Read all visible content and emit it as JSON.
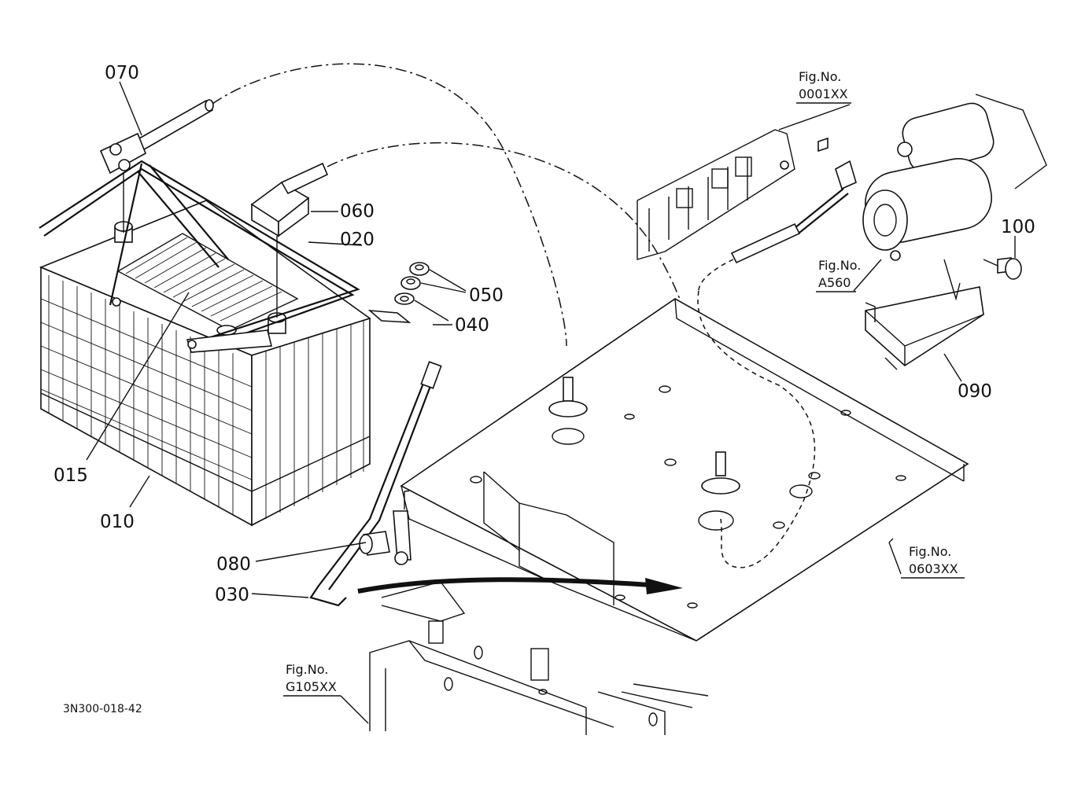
{
  "parts": [
    {
      "id": "p010",
      "text": "010"
    },
    {
      "id": "p015",
      "text": "015"
    },
    {
      "id": "p020",
      "text": "020"
    },
    {
      "id": "p030",
      "text": "030"
    },
    {
      "id": "p040",
      "text": "040"
    },
    {
      "id": "p050",
      "text": "050"
    },
    {
      "id": "p060",
      "text": "060"
    },
    {
      "id": "p070",
      "text": "070"
    },
    {
      "id": "p080",
      "text": "080"
    },
    {
      "id": "p090",
      "text": "090"
    },
    {
      "id": "p100",
      "text": "100"
    }
  ],
  "figure_refs": [
    {
      "id": "r0001",
      "line1": "Fig.No.",
      "line2": "0001XX"
    },
    {
      "id": "rA560",
      "line1": "Fig.No.",
      "line2": "A560"
    },
    {
      "id": "r0603",
      "line1": "Fig.No.",
      "line2": "0603XX"
    },
    {
      "id": "rG105",
      "line1": "Fig.No.",
      "line2": "G105XX"
    }
  ],
  "drawing_code": "3N300-018-42"
}
